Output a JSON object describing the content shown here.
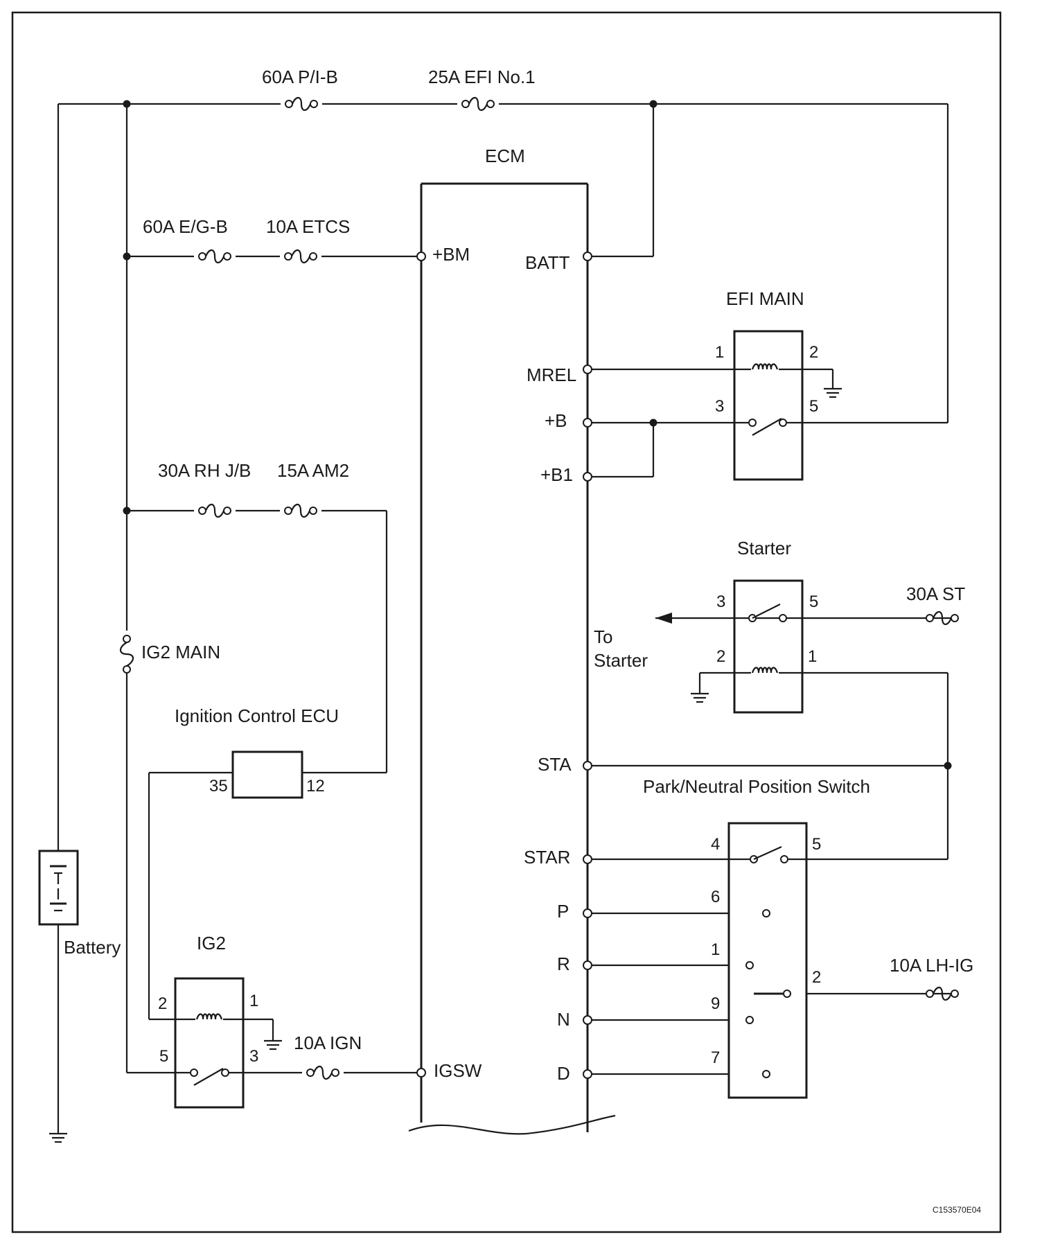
{
  "fuses": {
    "p_ib": "60A P/I-B",
    "efi_no1": "25A EFI No.1",
    "eg_b": "60A E/G-B",
    "etcs": "10A ETCS",
    "rh_jb": "30A RH J/B",
    "am2": "15A  AM2",
    "ig2_main": "IG2 MAIN",
    "ign": "10A IGN",
    "st": "30A ST",
    "lh_ig": "10A LH-IG"
  },
  "ecm": {
    "title": "ECM",
    "pins": {
      "bm": "+BM",
      "batt": "BATT",
      "mrel": "MREL",
      "b": "+B",
      "b1": "+B1",
      "sta": "STA",
      "star": "STAR",
      "p": "P",
      "r": "R",
      "n": "N",
      "d": "D",
      "igsw": "IGSW"
    }
  },
  "efi_main": {
    "title": "EFI MAIN",
    "pins": {
      "p1": "1",
      "p2": "2",
      "p3": "3",
      "p5": "5"
    }
  },
  "starter": {
    "title": "Starter",
    "to_starter_1": "To",
    "to_starter_2": "Starter",
    "pins": {
      "p3": "3",
      "p5": "5",
      "p2": "2",
      "p1": "1"
    }
  },
  "ignition_ecu": {
    "title": "Ignition Control ECU",
    "pins": {
      "p35": "35",
      "p12": "12"
    }
  },
  "pn_switch": {
    "title": "Park/Neutral Position Switch",
    "pins": {
      "p4": "4",
      "p5": "5",
      "p6": "6",
      "p1": "1",
      "p2": "2",
      "p9": "9",
      "p7": "7"
    }
  },
  "ig2": {
    "title": "IG2",
    "pins": {
      "p2": "2",
      "p1": "1",
      "p5": "5",
      "p3": "3"
    }
  },
  "battery": {
    "label": "Battery"
  },
  "diagram_code": "C153570E04"
}
